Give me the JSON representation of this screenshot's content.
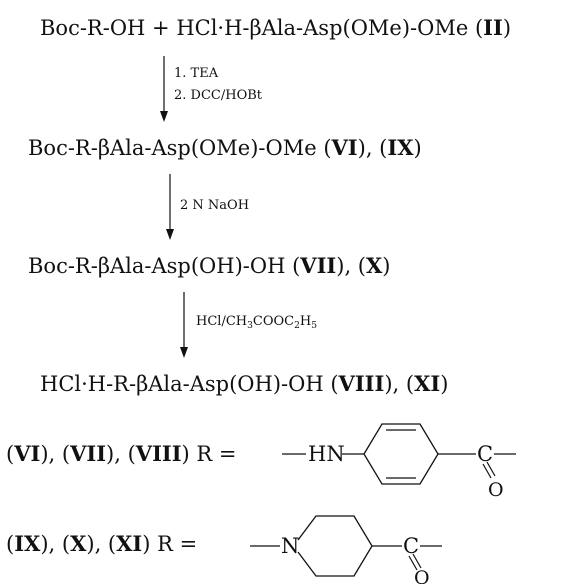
{
  "compounds": {
    "II": "II",
    "VI": "VI",
    "VII": "VII",
    "VIII": "VIII",
    "IX": "IX",
    "X": "X",
    "XI": "XI"
  },
  "step0": {
    "text": "Boc-R-OH + HCl·H-βAla-Asp(OMe)-OMe ("
  },
  "step1_conditions": {
    "c1": "1. TEA",
    "c2": "2. DCC/HOBt"
  },
  "step1_product": {
    "text": "Boc-R-βAla-Asp(OMe)-OMe "
  },
  "step2_conditions": {
    "c1": "2 N NaOH"
  },
  "step2_product": {
    "text": "Boc-R-βAla-Asp(OH)-OH "
  },
  "step3_conditions": {
    "prefix": "HCl/CH",
    "mid1": "COOC",
    "mid2": "H",
    "sub3": "3",
    "sub2": "2",
    "sub5": "5"
  },
  "step3_product": {
    "text": "HCl·H-R-βAla-Asp(OH)-OH "
  },
  "r_definitions": {
    "eq": "R =",
    "amine": "HN",
    "ring_n": "N",
    "carbonyl_c": "C",
    "carbonyl_o": "O"
  }
}
